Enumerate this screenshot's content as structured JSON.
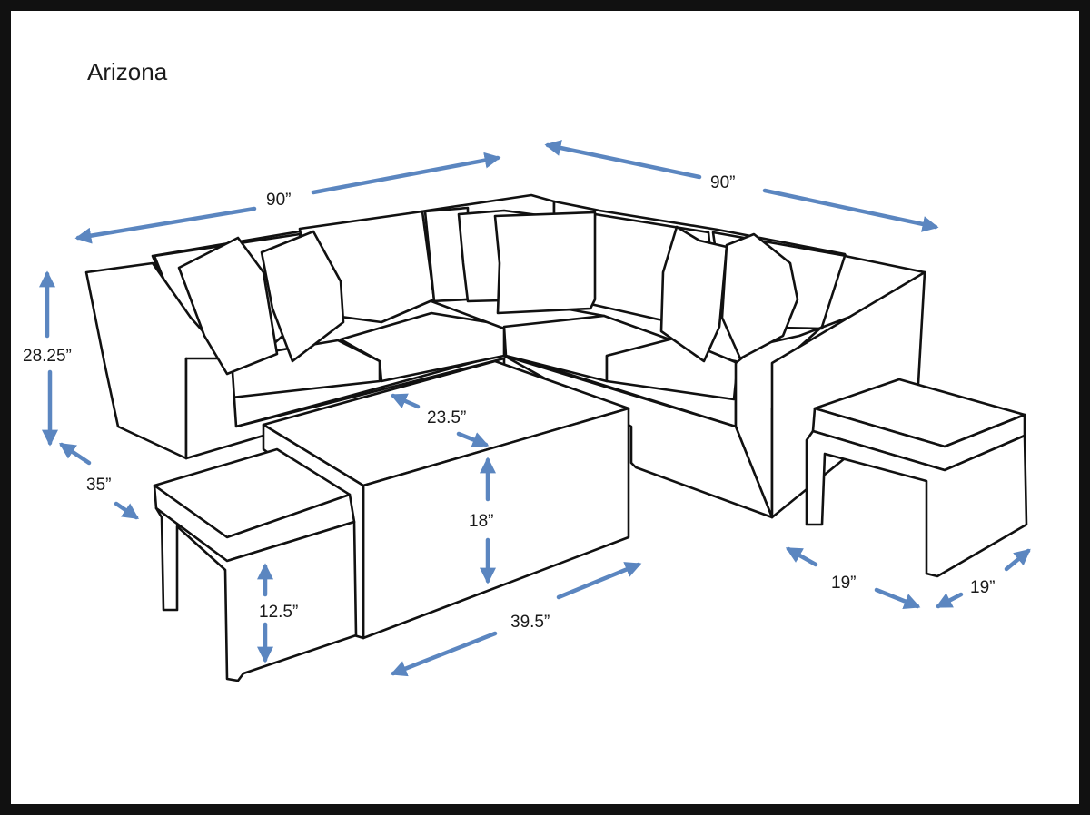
{
  "title": "Arizona",
  "dimensions": {
    "sofa_left_length": "90”",
    "sofa_right_length": "90”",
    "sofa_height": "28.25”",
    "sofa_depth": "35”",
    "table_depth": "23.5”",
    "table_height": "18”",
    "table_length": "39.5”",
    "stool_height": "12.5”",
    "stool_width": "19”",
    "stool_depth": "19”"
  },
  "colors": {
    "arrow": "#5b86c0",
    "outline": "#111111",
    "border": "#111111"
  }
}
